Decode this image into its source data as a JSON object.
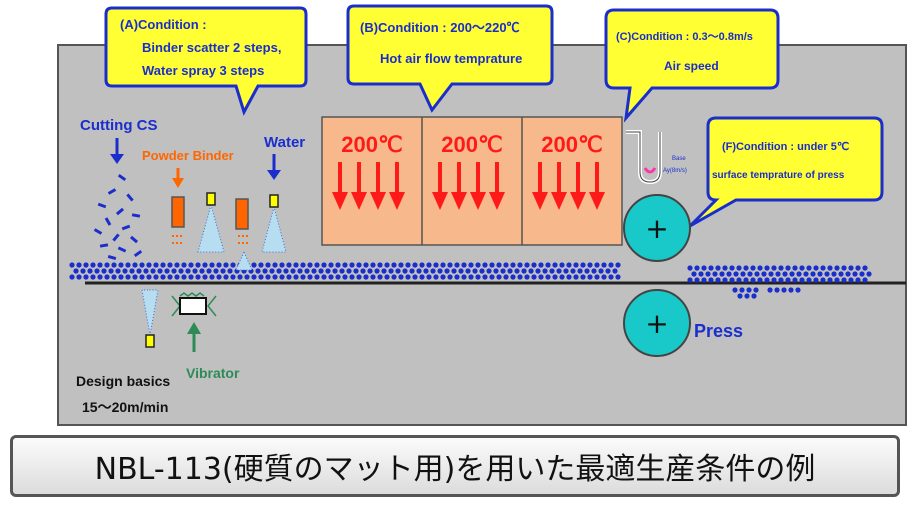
{
  "colors": {
    "panel": "#c0c0c0",
    "callout_fill": "#ffff33",
    "callout_border": "#1a2ecc",
    "label_blue": "#1a2ecc",
    "label_orange": "#ff6600",
    "label_green": "#2e8b57",
    "heater_fill": "#f7b98c",
    "heater_arrow": "#ff1a1a",
    "roller_fill": "#19c8c8",
    "chip": "#1a2ecc"
  },
  "callouts": {
    "a": {
      "line1": "(A)Condition :",
      "line2": "Binder scatter 2 steps,",
      "line3": "Water spray 3 steps"
    },
    "b": {
      "line1": "(B)Condition : 200～220℃",
      "line2": "Hot air flow temprature"
    },
    "c": {
      "line1": "(C)Condition : 0.3～0.8m/s",
      "line2": "Air speed"
    },
    "f": {
      "line1": "(F)Condition : under 5℃",
      "line2": "surface temprature of press"
    }
  },
  "labels": {
    "cutting_cs": "Cutting CS",
    "powder_binder": "Powder Binder",
    "water": "Water",
    "press": "Press",
    "vibrator": "Vibrator",
    "design_basics_1": "Design basics",
    "design_basics_2": "15～20m/min",
    "thermometer_1": "Base",
    "thermometer_2": "Ay(8m/s)"
  },
  "heaters": [
    {
      "temp": "200℃"
    },
    {
      "temp": "200℃"
    },
    {
      "temp": "200℃"
    }
  ],
  "rollers": [
    {
      "symbol": "+"
    },
    {
      "symbol": "+"
    }
  ],
  "caption": "NBL-113(硬質のマット用)を用いた最適生産条件の例"
}
